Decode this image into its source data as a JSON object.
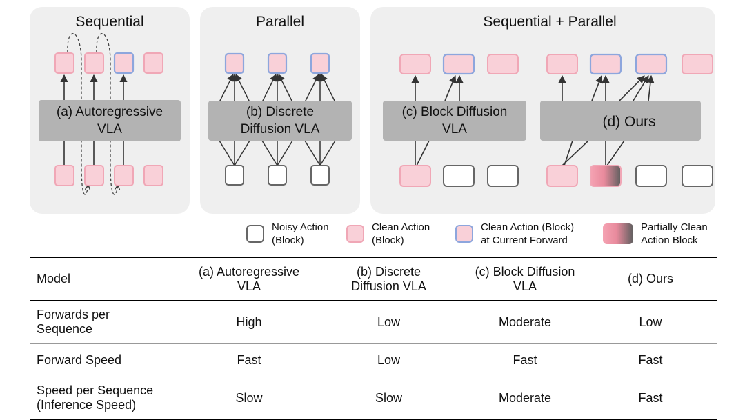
{
  "panels": {
    "sequential": "Sequential",
    "parallel": "Parallel",
    "seq_par": "Sequential + Parallel"
  },
  "boxes": {
    "a_line1": "(a) Autoregressive",
    "a_line2": "VLA",
    "b_line1": "(b) Discrete",
    "b_line2": "Diffusion VLA",
    "c_line1": "(c) Block Diffusion",
    "c_line2": "VLA",
    "d": "(d) Ours"
  },
  "legend": {
    "noisy_l1": "Noisy Action",
    "noisy_l2": "(Block)",
    "clean_l1": "Clean Action",
    "clean_l2": "(Block)",
    "current_l1": "Clean Action (Block)",
    "current_l2": "at Current Forward",
    "partial_l1": "Partially Clean",
    "partial_l2": "Action Block"
  },
  "table": {
    "header": [
      "Model",
      "(a) Autoregressive VLA",
      "(b) Discrete Diffusion VLA",
      "(c) Block Diffusion VLA",
      "(d) Ours"
    ],
    "rows": [
      [
        "Forwards per Sequence",
        "High",
        "Low",
        "Moderate",
        "Low"
      ],
      [
        "Forward Speed",
        "Fast",
        "Low",
        "Fast",
        "Fast"
      ],
      [
        "Speed per Sequence (Inference Speed)",
        "Slow",
        "Slow",
        "Moderate",
        "Fast"
      ]
    ]
  },
  "colors": {
    "panel_bg": "#efefef",
    "model_box": "#b3b3b3",
    "clean_fill": "#f9d0d8",
    "clean_stroke": "#f0a7b6",
    "current_stroke": "#8da6dd",
    "noisy_stroke": "#666666",
    "partial_dark": "#5f5f5f"
  }
}
